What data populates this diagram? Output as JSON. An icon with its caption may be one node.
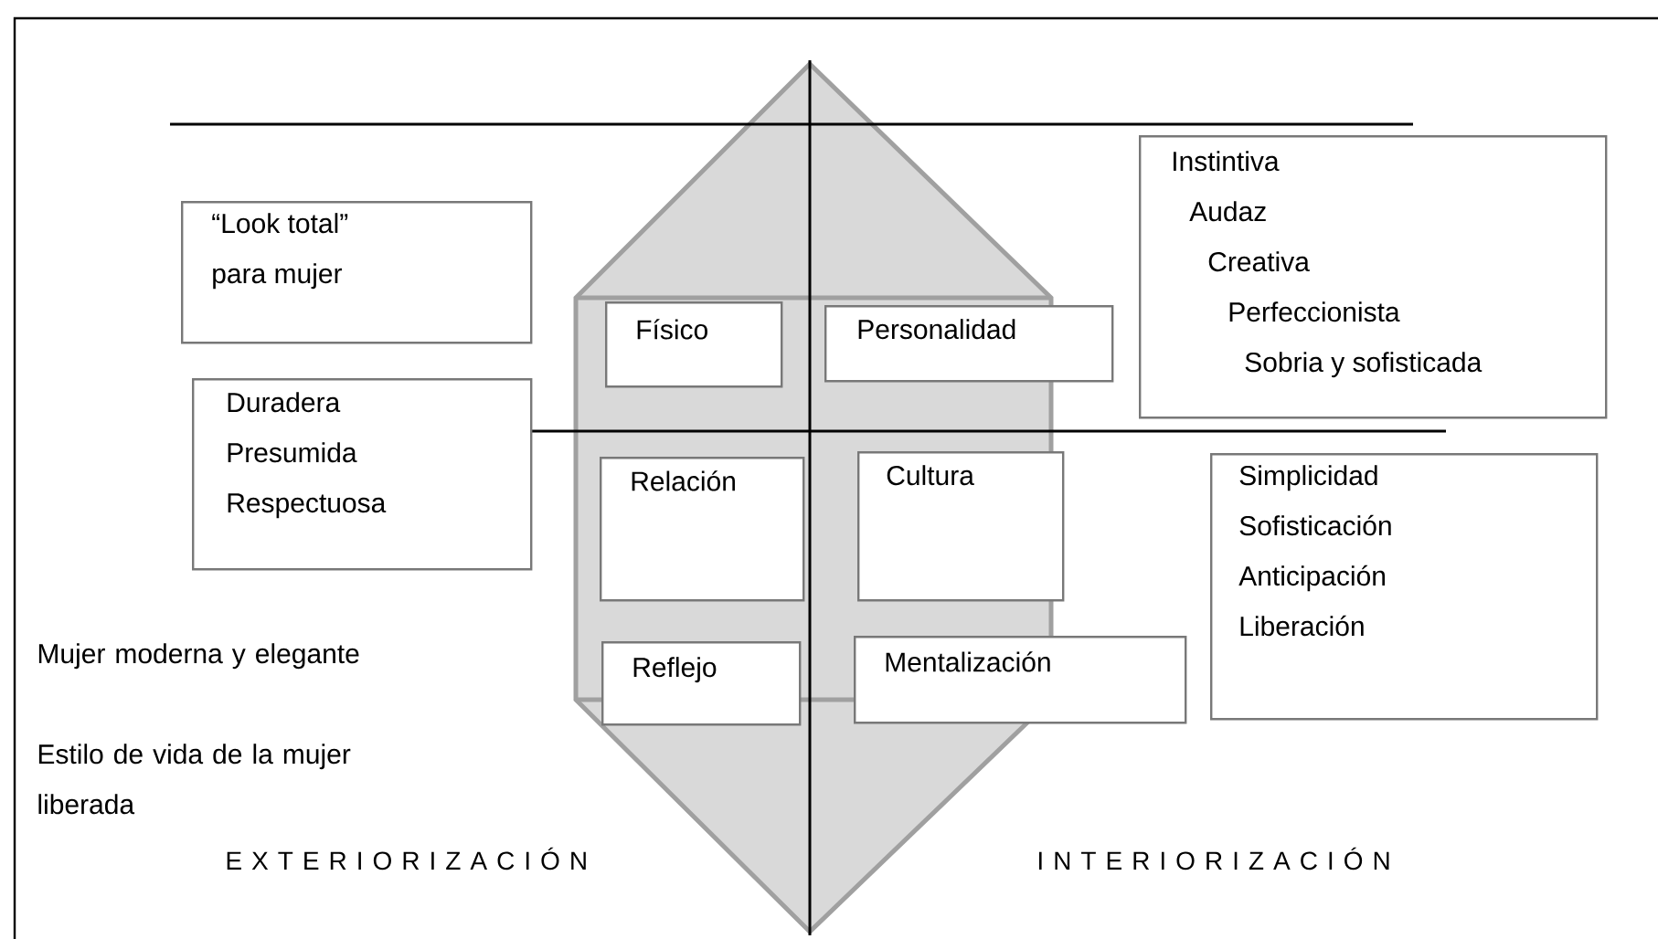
{
  "diagram": {
    "nodes": [
      {
        "text": [
          "“Look total” para mujer"
        ]
      },
      {
        "text": [
          "Duradera",
          "Presumida",
          "Respectuosa"
        ]
      },
      {
        "text": [
          "Físico"
        ]
      },
      {
        "text": [
          "Personalidad"
        ]
      },
      {
        "text": [
          "Instintiva",
          "Audaz",
          "Creativa",
          "Perfeccionista",
          "Sobria y sofisticada"
        ]
      },
      {
        "text": [
          "Relación"
        ]
      },
      {
        "text": [
          "Cultura"
        ]
      },
      {
        "text": [
          "Simplicidad",
          "Sofisticación",
          "Anticipación",
          "Liberación"
        ]
      },
      {
        "text": [
          "Reflejo"
        ]
      },
      {
        "text": [
          "Mentalización"
        ]
      }
    ],
    "labels": [
      "Mujer moderna y elegante",
      "Estilo de vida de la mujer liberada",
      "E X T E R I O R I Z A C I Ó N",
      "I N T E R I O R I Z A C I Ó N"
    ]
  }
}
